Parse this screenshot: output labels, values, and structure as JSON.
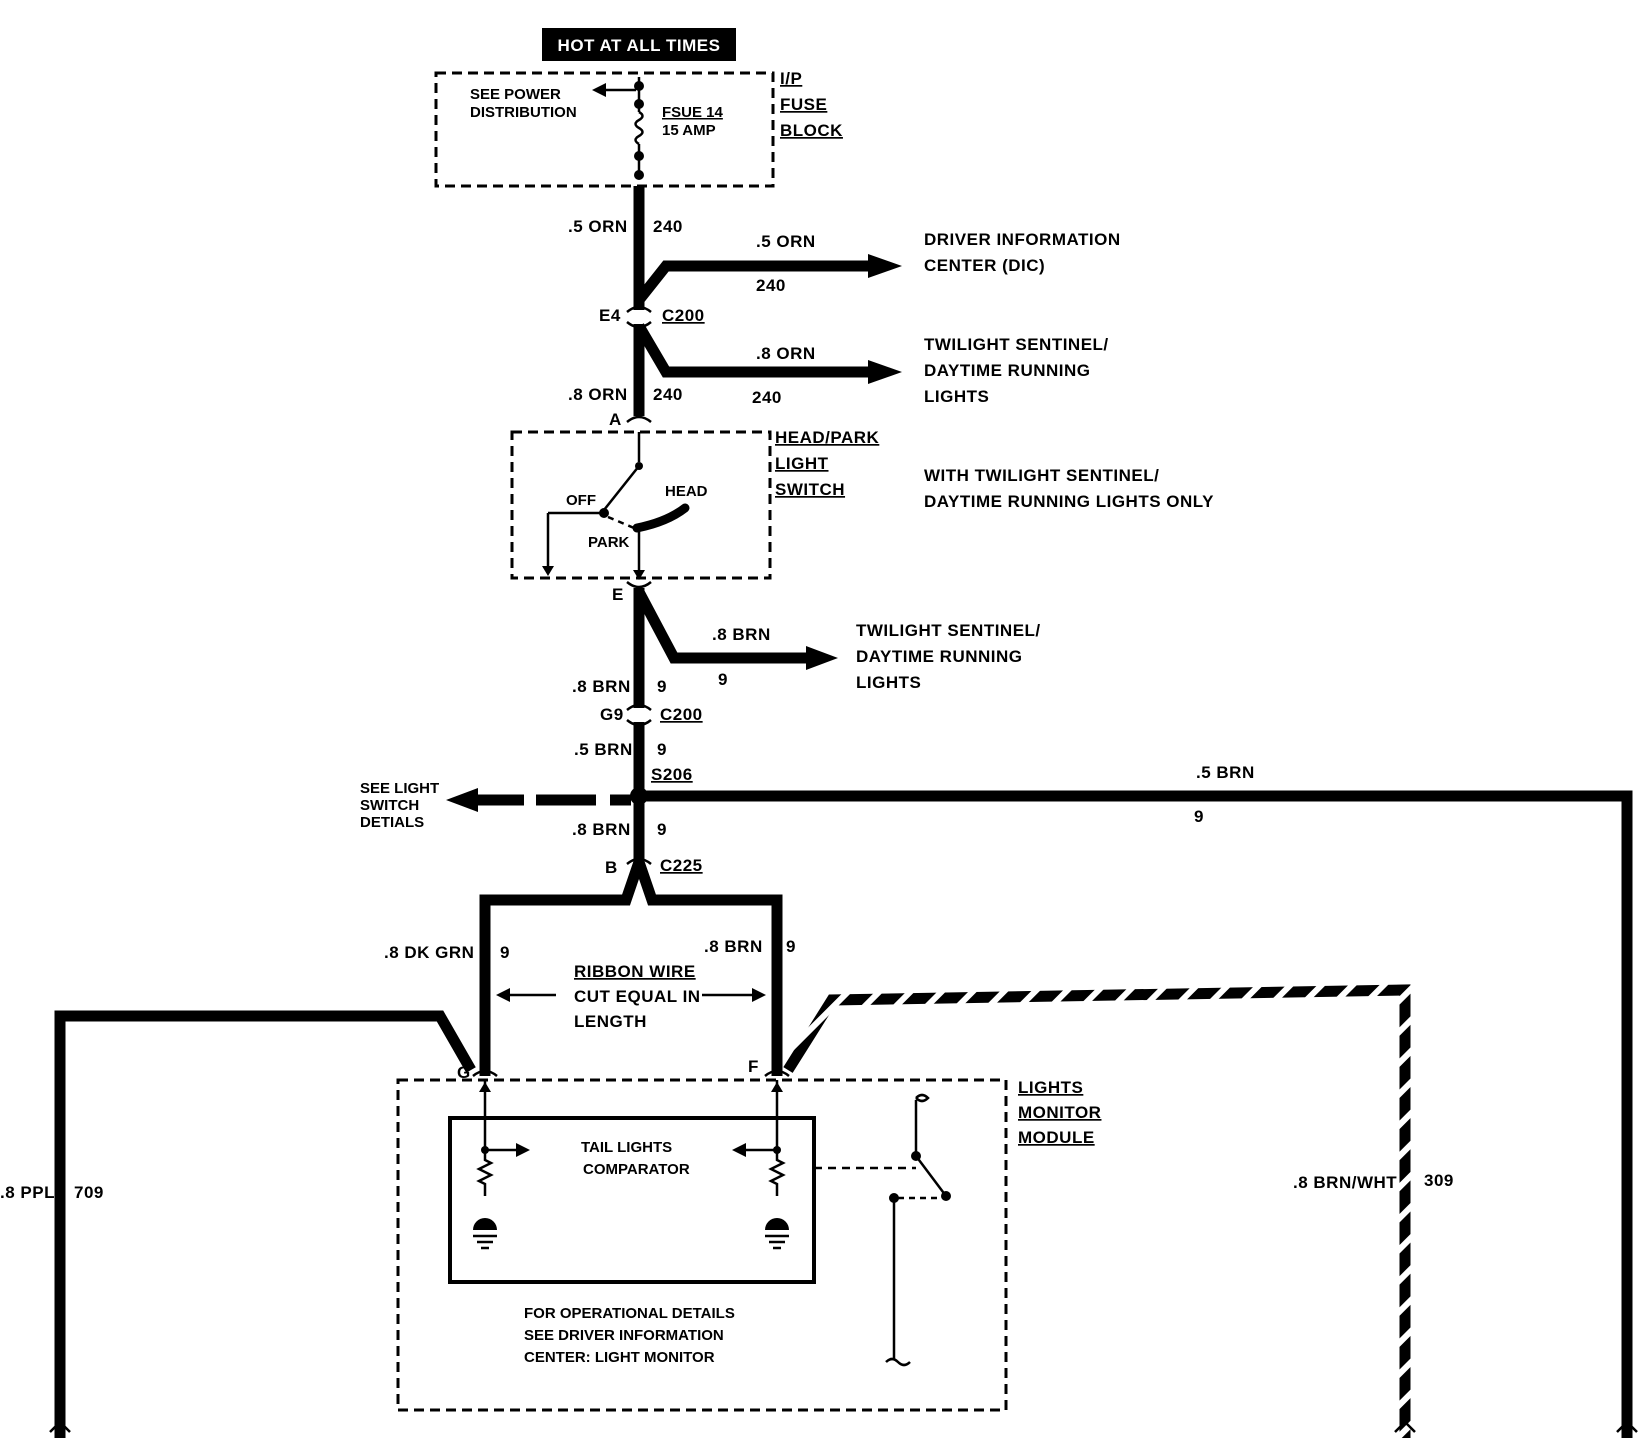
{
  "header": {
    "banner": "HOT AT ALL TIMES"
  },
  "fuse_block": {
    "side_label_1": "I/P",
    "side_label_2": "FUSE",
    "side_label_3": "BLOCK",
    "see_1": "SEE POWER",
    "see_2": "DISTRIBUTION",
    "fuse_name": "FSUE 14",
    "fuse_amp": "15 AMP"
  },
  "wires": {
    "w1_gauge": ".5 ORN",
    "w1_circuit": "240",
    "dic_gauge": ".5 ORN",
    "dic_circuit": "240",
    "ts1_gauge": ".8 ORN",
    "ts1_circuit": "240",
    "w2_gauge": ".8 ORN",
    "w2_circuit": "240",
    "ts2_gauge": ".8 BRN",
    "ts2_circuit": "9",
    "w3_gauge": ".8 BRN",
    "w3_circuit": "9",
    "w4_gauge": ".5 BRN",
    "w4_circuit": "9",
    "right_gauge": ".5 BRN",
    "right_circuit": "9",
    "w5_gauge": ".8 BRN",
    "w5_circuit": "9",
    "left_gauge": ".8 DK GRN",
    "left_circuit": "9",
    "rb_gauge": ".8 BRN",
    "rb_circuit": "9",
    "ppl_gauge": ".8 PPL",
    "ppl_circuit": "709",
    "brnwht_gauge": ".8 BRN/WHT",
    "brnwht_circuit": "309"
  },
  "connectors": {
    "e4": "E4",
    "c200a": "C200",
    "a": "A",
    "e": "E",
    "g9": "G9",
    "c200b": "C200",
    "s206": "S206",
    "b": "B",
    "c225": "C225",
    "g": "G",
    "f": "F"
  },
  "destinations": {
    "dic_1": "DRIVER INFORMATION",
    "dic_2": "CENTER (DIC)",
    "ts1_1": "TWILIGHT SENTINEL/",
    "ts1_2": "DAYTIME RUNNING",
    "ts1_3": "LIGHTS",
    "ts2_1": "TWILIGHT SENTINEL/",
    "ts2_2": "DAYTIME RUNNING",
    "ts2_3": "LIGHTS",
    "see_ls_1": "SEE LIGHT",
    "see_ls_2": "SWITCH",
    "see_ls_3": "DETIALS"
  },
  "switch": {
    "label_1": "HEAD/PARK",
    "label_2": "LIGHT",
    "label_3": "SWITCH",
    "off": "OFF",
    "head": "HEAD",
    "park": "PARK",
    "note_1": "WITH TWILIGHT SENTINEL/",
    "note_2": "DAYTIME RUNNING LIGHTS ONLY"
  },
  "ribbon": {
    "line_1": "RIBBON WIRE",
    "line_2": "CUT EQUAL IN",
    "line_3": "LENGTH"
  },
  "module": {
    "label_1": "LIGHTS",
    "label_2": "MONITOR",
    "label_3": "MODULE",
    "comparator_1": "TAIL LIGHTS",
    "comparator_2": "COMPARATOR",
    "op_1": "FOR OPERATIONAL DETAILS",
    "op_2": "SEE DRIVER INFORMATION",
    "op_3": "CENTER: LIGHT MONITOR"
  }
}
